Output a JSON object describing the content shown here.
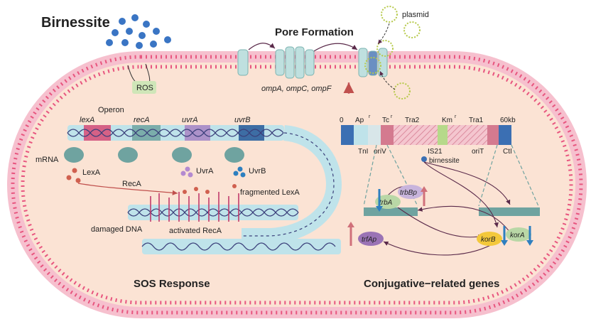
{
  "colors": {
    "membrane": "#e8557f",
    "cell_fill": "#fbe3d4",
    "dna_light": "#bfe3ea",
    "dna_dark": "#3a3f7a",
    "dna_red": "#c0396b",
    "ribosome": "#6fa3a0",
    "porin": "#bfe0df",
    "title_blue": "#3b6fb3",
    "plasmid_green": "#b6c94a",
    "gene_bar": "#6fa3a0",
    "kor_yellow": "#f3c83b",
    "kor_green": "#b9d7a6",
    "trf_purple": "#9a73b5",
    "arrow_up": "#d0707a",
    "arrow_down": "#2e7fbf"
  },
  "title": "Birnessite",
  "ros": "ROS",
  "pore": {
    "title": "Pore Formation",
    "genes": "ompA, ompC, ompF",
    "plasmid": "plasmid"
  },
  "sos": {
    "title": "SOS Response",
    "operon": "Operon",
    "genes": [
      "lexA",
      "recA",
      "uvrA",
      "uvrB"
    ],
    "mrna": "mRNA",
    "proteins": [
      "LexA",
      "RecA",
      "UvrA",
      "UvrB"
    ],
    "fragmented": "fragmented LexA",
    "damaged": "damaged DNA",
    "activated": "activated RecA"
  },
  "conj": {
    "title": "Conjugative−related genes",
    "map_top": [
      "0",
      "Ap",
      "Tc",
      "Tra2",
      "Km",
      "Tra1",
      "60kb"
    ],
    "map_bottom": [
      "TnI",
      "oriV",
      "IS21",
      "oriT",
      "CtI"
    ],
    "birnessite": "birnessite",
    "genes": [
      "trbA",
      "trbBp",
      "trfAp",
      "korB",
      "korA"
    ],
    "superscript_r": "r"
  }
}
